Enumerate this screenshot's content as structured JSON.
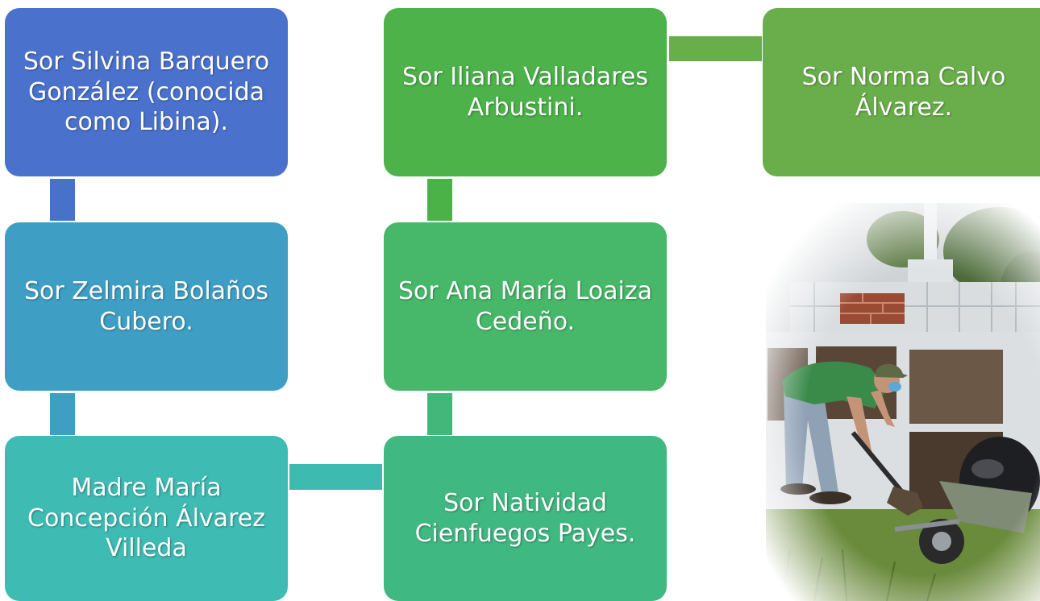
{
  "nodes": {
    "n1": "Sor Silvina Barquero González (conocida como Libina).",
    "n2": "Sor Zelmira Bolaños Cubero.",
    "n3": "Madre María Concepción Álvarez Villeda",
    "n4": "Sor Natividad Cienfuegos Payes.",
    "n5": "Sor Ana María Loaiza Cedeño.",
    "n6": "Sor Iliana Valladares Arbustini.",
    "n7": "Sor Norma Calvo Álvarez."
  },
  "colors": {
    "n1": "#4a72cd",
    "n2": "#3f9ec4",
    "n3": "#3ebbb3",
    "n4": "#40b882",
    "n5": "#47b869",
    "n6": "#4cb249",
    "n7": "#6aae4b"
  }
}
